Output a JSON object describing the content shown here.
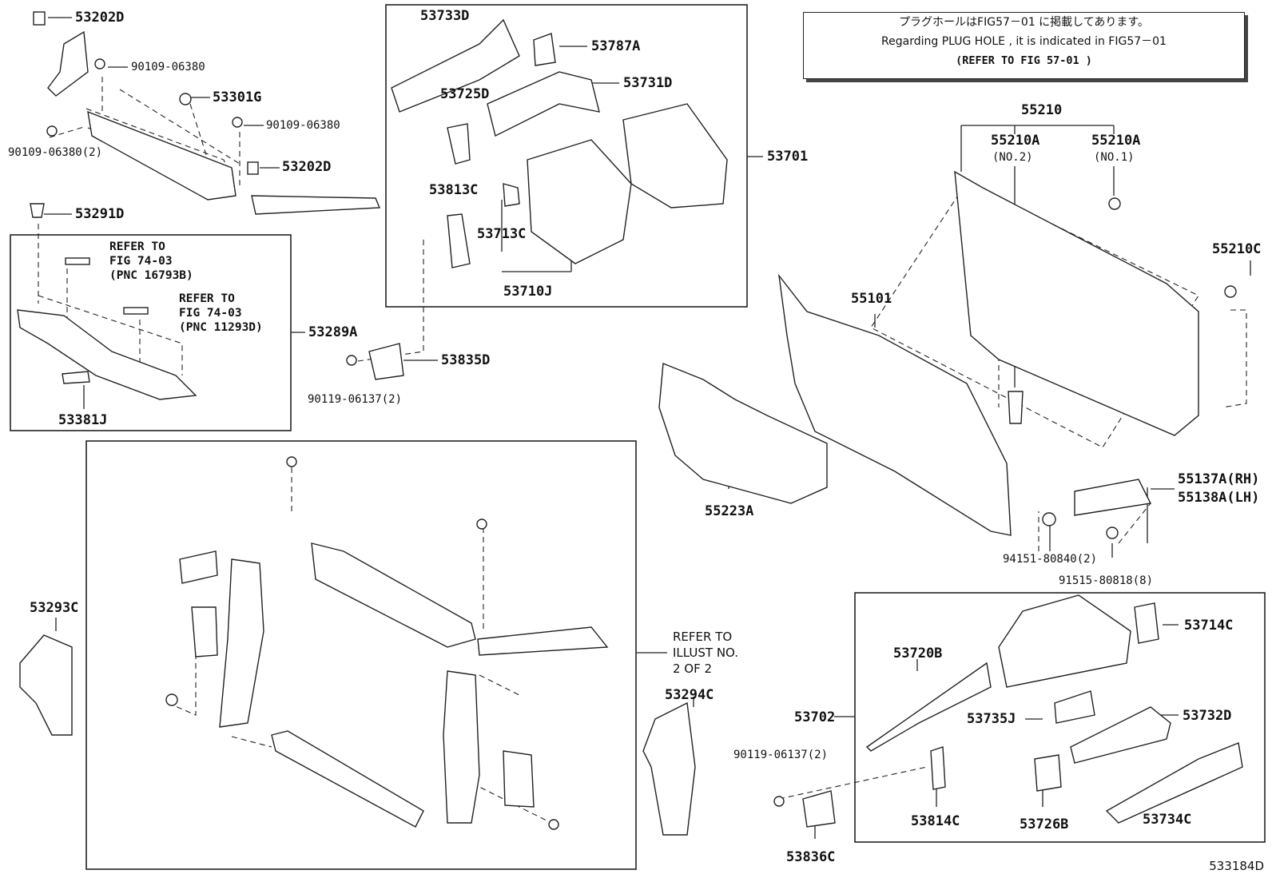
{
  "notice": {
    "line1": "プラグホールはFIG57－01 に掲載してあります。",
    "line2": "Regarding  PLUG HOLE  , it is indicated  in  FIG57－01",
    "line3": "(REFER TO FIG 57-01 )"
  },
  "figure_id": "533184D",
  "labels": {
    "p53202D_a": "53202D",
    "p90109_06380_a": "90109-06380",
    "p53301G": "53301G",
    "p90109_06380_b": "90109-06380",
    "p90109_06380_2": "90109-06380(2)",
    "p53202D_b": "53202D",
    "p53291D": "53291D",
    "p53289A": "53289A",
    "p53381J": "53381J",
    "p53733D": "53733D",
    "p53787A": "53787A",
    "p53725D": "53725D",
    "p53731D": "53731D",
    "p53701": "53701",
    "p53813C": "53813C",
    "p53713C": "53713C",
    "p53710J": "53710J",
    "p53835D": "53835D",
    "p90119_06137_a": "90119-06137(2)",
    "p55210": "55210",
    "p55210A_2": "55210A",
    "p55210A_1": "55210A",
    "no2": "(NO.2)",
    "no1": "(NO.1)",
    "p55210C": "55210C",
    "p55101": "55101",
    "p55223A": "55223A",
    "p55137A": "55137A(RH)",
    "p55138A": "55138A(LH)",
    "p94151": "94151-80840(2)",
    "p91515": "91515-80818(8)",
    "p53293C": "53293C",
    "p53294C": "53294C",
    "p53702": "53702",
    "p53720B": "53720B",
    "p53714C": "53714C",
    "p53735J": "53735J",
    "p53732D": "53732D",
    "p90119_06137_b": "90119-06137(2)",
    "p53814C": "53814C",
    "p53726B": "53726B",
    "p53734C": "53734C",
    "p53836C": "53836C"
  },
  "refer_notes": {
    "r1_line1": "REFER TO",
    "r1_line2": "FIG 74-03",
    "r1_line3": "(PNC 16793B)",
    "r2_line1": "REFER TO",
    "r2_line2": "FIG 74-03",
    "r2_line3": "(PNC 11293D)",
    "r3_line1": "REFER TO",
    "r3_line2": "ILLUST NO.",
    "r3_line3": "2 OF 2"
  }
}
